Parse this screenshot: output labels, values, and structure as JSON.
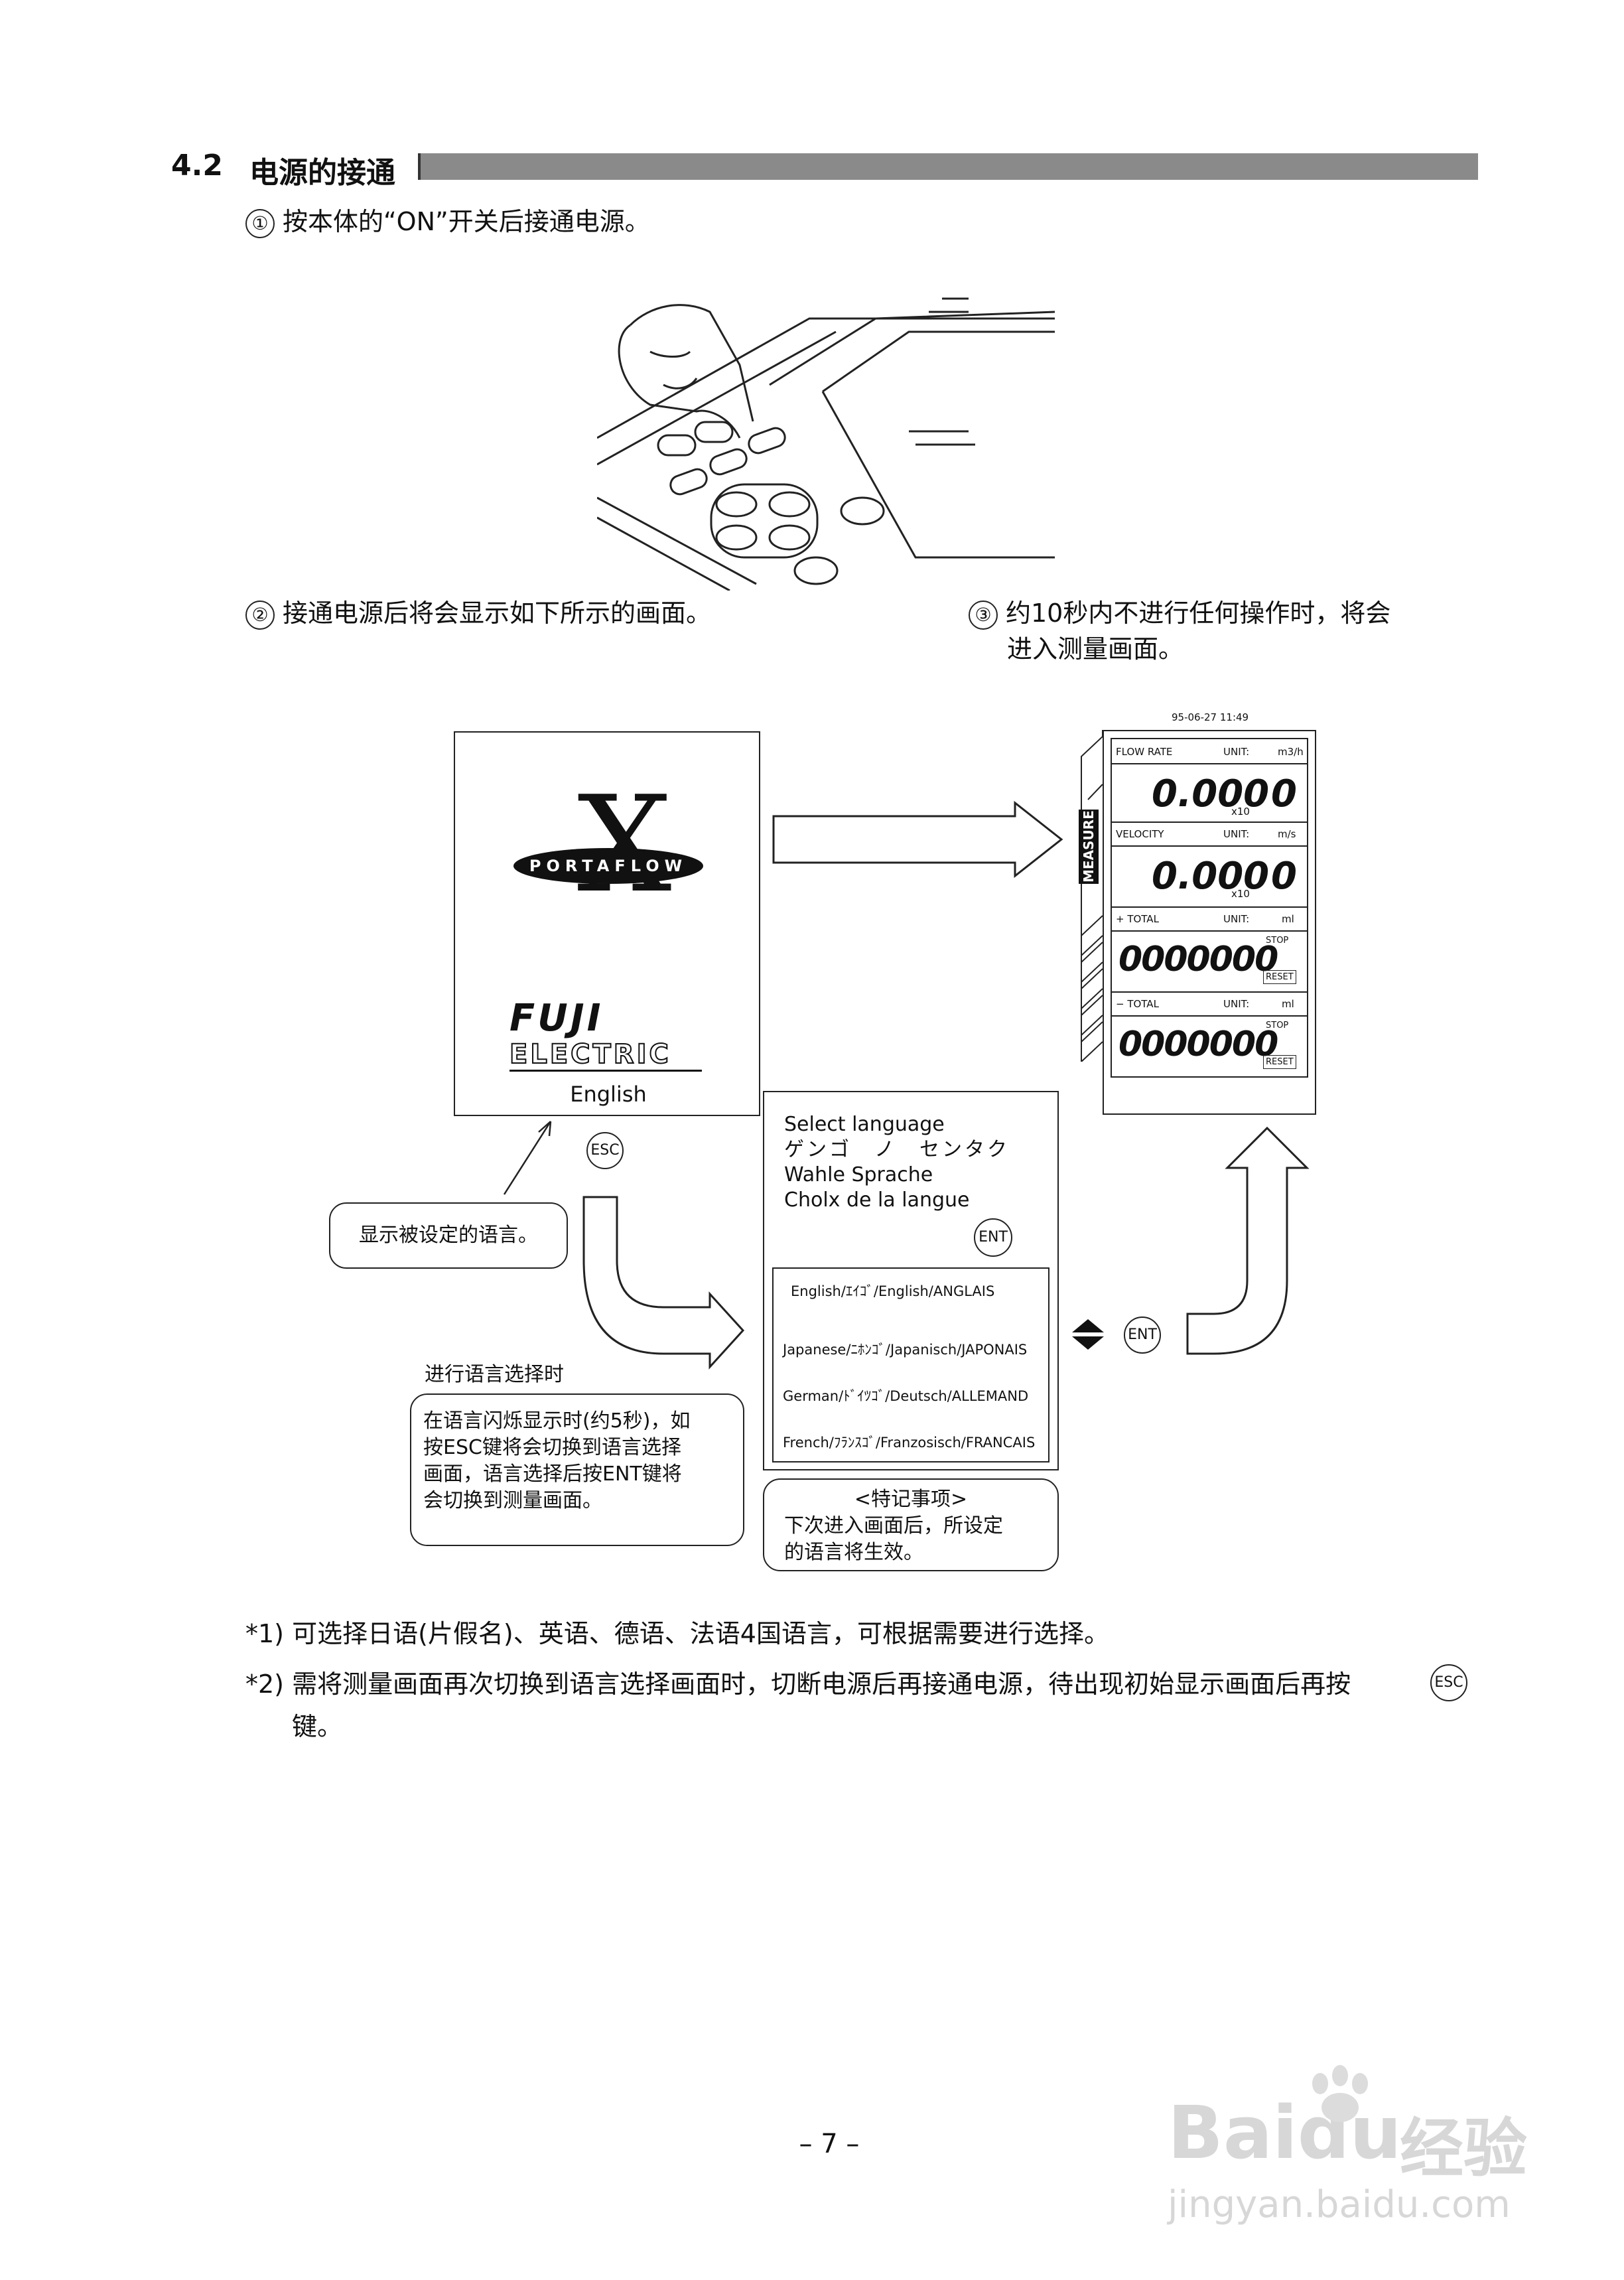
{
  "section": {
    "number": "4.2",
    "title": "电源的接通"
  },
  "steps": {
    "s1": "按本体的“ON”开关后接通电源。",
    "s2": "接通电源后将会显示如下所示的画面。",
    "s3_line1": "约10秒内不进行任何操作时，将会",
    "s3_line2": "进入测量画面。",
    "m1": "①",
    "m2": "②",
    "m3": "③"
  },
  "startup": {
    "logo_letter": "X",
    "product": "PORTAFLOW",
    "brand1": "FUJI",
    "brand2": "ELECTRIC",
    "language": "English"
  },
  "buttons": {
    "esc": "ESC",
    "ent": "ENT"
  },
  "callouts": {
    "set_language": "显示被设定的语言。",
    "when_select_title": "进行语言选择时",
    "when_select_l1": "在语言闪烁显示时(约5秒)，如",
    "when_select_l2": "按ESC键将会切换到语言选择",
    "when_select_l3": "画面，语言选择后按ENT键将",
    "when_select_l4": "会切换到测量画面。",
    "special_title": "<特记事项>",
    "special_l1": "下次进入画面后，所设定",
    "special_l2": "的语言将生效。"
  },
  "select_screen": {
    "prompts": [
      "Select language",
      "ゲンゴ　ノ　センタク",
      "Wahle Sprache",
      "Cholx de la langue"
    ],
    "options": [
      "English/ｴｲｺﾞ/English/ANGLAIS",
      "Japanese/ﾆﾎﾝｺﾞ/Japanisch/JAPONAIS",
      "German/ﾄﾞｲﾂｺﾞ/Deutsch/ALLEMAND",
      "French/ﾌﾗﾝｽｺﾞ/Franzosisch/FRANCAIS"
    ]
  },
  "measure": {
    "datetime": "95-06-27 11:49",
    "tab": "MEASURE",
    "rows": [
      {
        "label": "FLOW RATE",
        "unit_label": "UNIT:",
        "unit": "m3/h",
        "value": "0.000",
        "exp": "x10",
        "exp_val": "0"
      },
      {
        "label": "VELOCITY",
        "unit_label": "UNIT:",
        "unit": "m/s",
        "value": "0.000",
        "exp": "x10",
        "exp_val": "0"
      },
      {
        "label": "+ TOTAL",
        "unit_label": "UNIT:",
        "unit": "ml",
        "value": "0000000",
        "stop": "STOP",
        "reset": "RESET"
      },
      {
        "label": "− TOTAL",
        "unit_label": "UNIT:",
        "unit": "ml",
        "value": "0000000",
        "stop": "STOP",
        "reset": "RESET"
      }
    ]
  },
  "footnotes": {
    "n1_mark": "*1)",
    "n1": "可选择日语(片假名)、英语、德语、法语4国语言，可根据需要进行选择。",
    "n2_mark": "*2)",
    "n2_l1": "需将测量画面再次切换到语言选择画面时，切断电源后再接通电源，待出现初始显示画面后再按",
    "n2_l2": "键。",
    "n2_btn": "ESC"
  },
  "page_number": "– 7 –",
  "watermark": {
    "brand": "Baidu",
    "brand_cn": "经验",
    "url": "jingyan.baidu.com"
  }
}
